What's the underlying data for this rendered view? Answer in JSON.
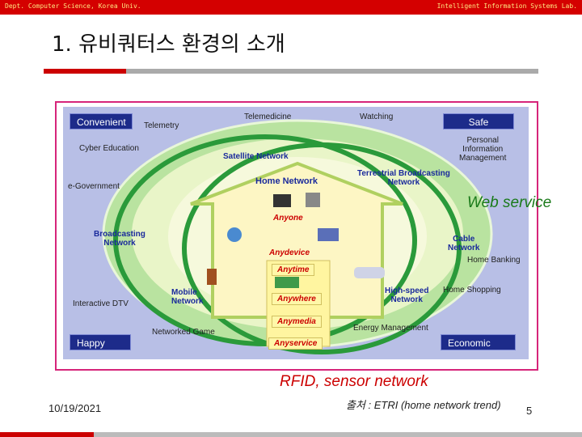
{
  "header": {
    "left": "Dept. Computer Science, Korea Univ.",
    "right": "Intelligent Information Systems Lab."
  },
  "title": "1. 유비쿼터스 환경의 소개",
  "diagram": {
    "badges": {
      "convenient": "Convenient",
      "safe": "Safe",
      "happy": "Happy",
      "economic": "Economic"
    },
    "outer_labels": {
      "telemetry": "Telemetry",
      "telemedicine": "Telemedicine",
      "watching": "Watching",
      "cyber_education": "Cyber Education",
      "personal_info": "Personal\nInformation\nManagement",
      "e_government": "e-Government",
      "home_banking": "Home Banking",
      "interactive_dtv": "Interactive DTV",
      "home_shopping": "Home Shopping",
      "networked_game": "Networked Game",
      "energy_management": "Energy Management"
    },
    "networks": {
      "satellite": "Satellite Network",
      "terrestrial": "Terrestrial Broadcasting\nNetwork",
      "broadcasting": "Broadcasting\nNetwork",
      "cable": "Cable\nNetwork",
      "mobile": "Mobile\nNetwork",
      "high_speed": "High-speed\nNetwork"
    },
    "home_network": "Home Network",
    "any": {
      "anyone": "Anyone",
      "anydevice": "Anydevice",
      "anytime": "Anytime",
      "anywhere": "Anywhere",
      "anymedia": "Anymedia",
      "anyservice": "Anyservice"
    }
  },
  "web_service": "Web service",
  "rfid": "RFID, sensor network",
  "footer": {
    "date": "10/19/2021",
    "source": "출처 : ETRI (home network trend)",
    "page": "5"
  }
}
